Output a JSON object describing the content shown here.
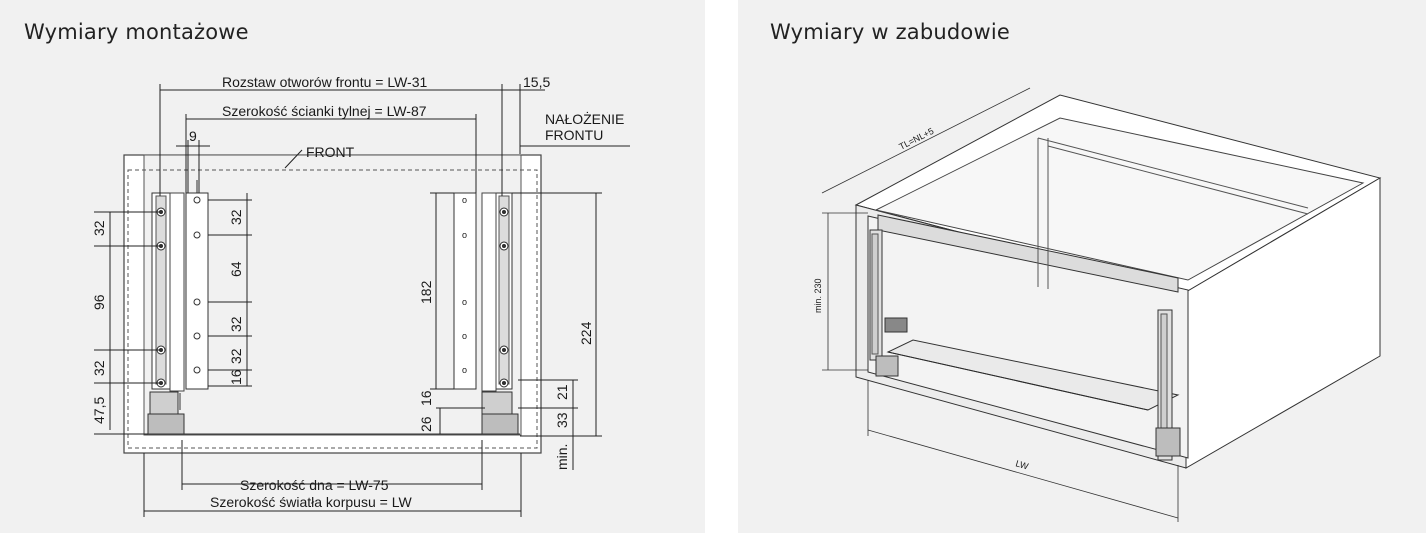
{
  "left": {
    "title": "Wymiary montażowe",
    "labels": {
      "rozstaw": "Rozstaw otworów frontu = LW-31",
      "szer_tylnej": "Szerokość ścianki tylnej = LW-87",
      "nine": "9",
      "front": "FRONT",
      "s155": "15,5",
      "nal1": "NAŁOŻENIE",
      "nal2": "FRONTU",
      "d32a": "32",
      "d96": "96",
      "d32b": "32",
      "d475": "47,5",
      "r32a": "32",
      "r64": "64",
      "r32b": "32",
      "r32c": "32",
      "r16": "16",
      "h182": "182",
      "h26": "26",
      "h16": "16",
      "h21": "21",
      "h33": "33",
      "h224": "224",
      "min": "min.",
      "szer_dna": "Szerokość dna = LW-75",
      "szer_swiatla": "Szerokość światła korpusu = LW"
    }
  },
  "right": {
    "title": "Wymiary w zabudowie",
    "labels": {
      "tl": "TL=NL+5",
      "min230": "min. 230",
      "lw": "LW"
    }
  }
}
